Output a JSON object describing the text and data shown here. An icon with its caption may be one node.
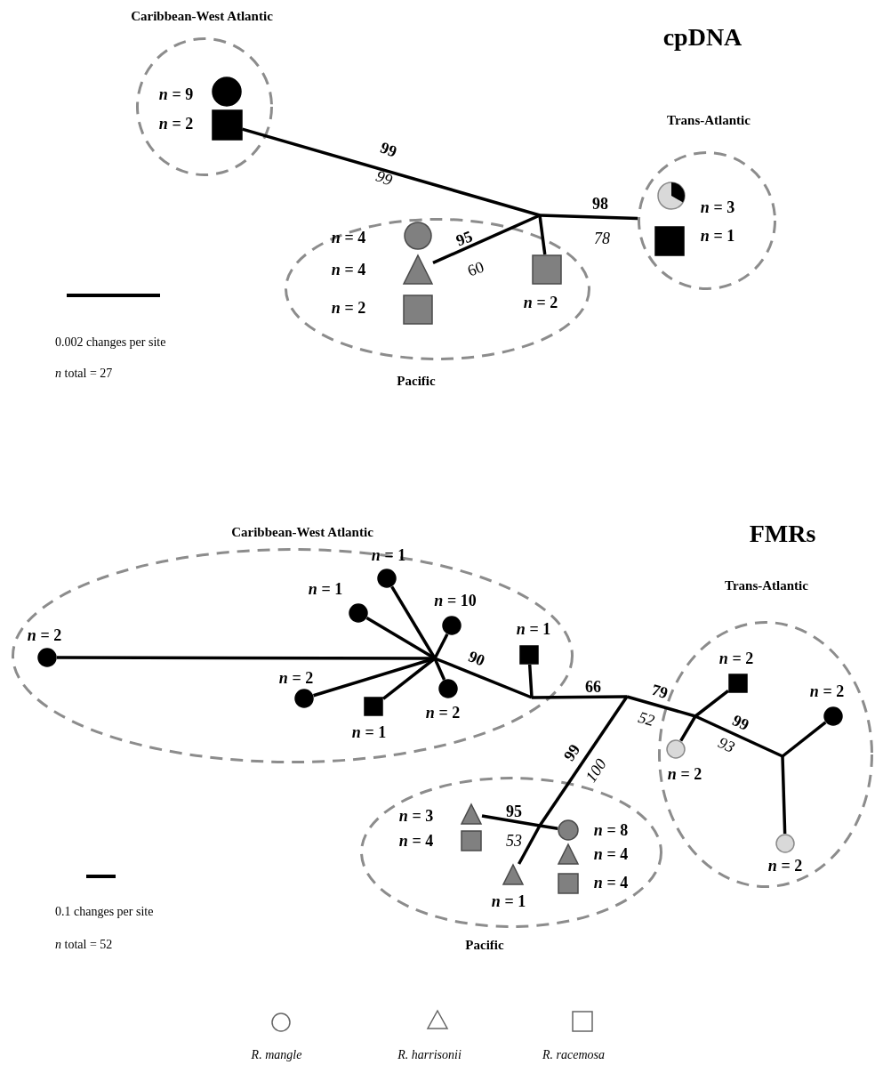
{
  "diagram": {
    "nodes": [
      {
        "text": [
          "Caribbean-West Atlantic"
        ]
      },
      {
        "text": [],
        "shape": "circle",
        "beside": [
          "*n* = 9"
        ],
        "in": 0
      },
      {
        "text": [],
        "shape": "square",
        "beside": [
          "*n* = 2"
        ],
        "in": 0
      },
      {
        "text": [
          "Trans-Atlantic"
        ]
      },
      {
        "text": [],
        "shape": "circle",
        "beside": [
          "*n* = 3"
        ],
        "in": 3
      },
      {
        "text": [],
        "shape": "square",
        "beside": [
          "*n* = 1"
        ],
        "in": 3
      },
      {
        "text": [
          "Pacific"
        ]
      },
      {
        "text": [],
        "shape": "circle",
        "beside": [
          "*n* = 4"
        ],
        "in": 6
      },
      {
        "text": [],
        "shape": "triangle",
        "beside": [
          "*n* = 4"
        ],
        "in": 6
      },
      {
        "text": [],
        "shape": "square",
        "beside": [
          "*n* = 2"
        ],
        "in": 6
      },
      {
        "text": [],
        "shape": "square",
        "beside": [
          "*n* = 2"
        ],
        "in": 6
      },
      {
        "text": [
          "Caribbean-West Atlantic"
        ]
      },
      {
        "text": [],
        "shape": "circle",
        "beside": [
          "*n* = 2"
        ],
        "in": 11
      },
      {
        "text": [],
        "shape": "circle",
        "beside": [
          "*n* = 1"
        ],
        "in": 11
      },
      {
        "text": [],
        "shape": "circle",
        "beside": [
          "*n* = 1"
        ],
        "in": 11
      },
      {
        "text": [],
        "shape": "circle",
        "beside": [
          "*n* = 10"
        ],
        "in": 11
      },
      {
        "text": [],
        "shape": "square",
        "beside": [
          "*n* = 1"
        ],
        "in": 11
      },
      {
        "text": [],
        "shape": "circle",
        "beside": [
          "*n* = 2"
        ],
        "in": 11
      },
      {
        "text": [],
        "shape": "square",
        "beside": [
          "*n* = 1"
        ],
        "in": 11
      },
      {
        "text": [],
        "shape": "circle",
        "beside": [
          "*n* = 2"
        ],
        "in": 11
      },
      {
        "text": [
          "Trans-Atlantic"
        ]
      },
      {
        "text": [],
        "shape": "square",
        "beside": [
          "*n* = 2"
        ],
        "in": 20
      },
      {
        "text": [],
        "shape": "circle",
        "beside": [
          "*n* = 2"
        ],
        "in": 20
      },
      {
        "text": [],
        "shape": "circle",
        "beside": [
          "*n* = 2"
        ],
        "in": 20
      },
      {
        "text": [],
        "shape": "circle",
        "beside": [
          "*n* = 2"
        ],
        "in": 20
      },
      {
        "text": [
          "Pacific"
        ]
      },
      {
        "text": [],
        "shape": "triangle",
        "beside": [
          "*n* = 3"
        ],
        "in": 25
      },
      {
        "text": [],
        "shape": "square",
        "beside": [
          "*n* = 4"
        ],
        "in": 25
      },
      {
        "text": [],
        "shape": "circle",
        "beside": [
          "*n* = 8"
        ],
        "in": 25
      },
      {
        "text": [],
        "shape": "triangle",
        "beside": [
          "*n* = 4"
        ],
        "in": 25
      },
      {
        "text": [],
        "shape": "square",
        "beside": [
          "*n* = 4"
        ],
        "in": 25
      },
      {
        "text": [],
        "shape": "triangle",
        "beside": [
          "*n* = 1"
        ],
        "in": 25
      }
    ],
    "edges": [
      {
        "from": null,
        "to": 2,
        "arrow": "none"
      },
      {
        "from": null,
        "to": 8,
        "arrow": "none"
      },
      {
        "from": null,
        "to": 10,
        "arrow": "none"
      },
      {
        "from": null,
        "to": 3,
        "arrow": "none"
      },
      {
        "from": null,
        "to": 12,
        "arrow": "none"
      },
      {
        "from": null,
        "to": 13,
        "arrow": "none"
      },
      {
        "from": null,
        "to": 14,
        "arrow": "none"
      },
      {
        "from": null,
        "to": 15,
        "arrow": "none"
      },
      {
        "from": null,
        "to": 17,
        "arrow": "none"
      },
      {
        "from": null,
        "to": 18,
        "arrow": "none"
      },
      {
        "from": null,
        "to": 19,
        "arrow": "none"
      },
      {
        "from": null,
        "to": 16,
        "arrow": "none"
      },
      {
        "from": null,
        "to": 21,
        "arrow": "none"
      },
      {
        "from": null,
        "to": 22,
        "arrow": "none"
      },
      {
        "from": null,
        "to": 23,
        "arrow": "none"
      },
      {
        "from": null,
        "to": 24,
        "arrow": "none"
      },
      {
        "from": null,
        "to": 26,
        "arrow": "none"
      },
      {
        "from": null,
        "to": 28,
        "arrow": "none"
      },
      {
        "from": null,
        "to": 31,
        "arrow": "none"
      }
    ],
    "labels": [
      "cpDNA",
      "99",
      "99",
      "98",
      "95",
      "78",
      "60",
      "0.002 changes per site",
      "*n* total = 27",
      "FMRs",
      "90",
      "66",
      "79",
      "52",
      "99",
      "93",
      "99",
      "100",
      "95",
      "53",
      "0.1 changes per site",
      "*n* total = 52"
    ],
    "legend": [
      {
        "text": "R. mangle"
      },
      {
        "text": "R. harrisonii"
      },
      {
        "text": "R. racemosa"
      }
    ]
  }
}
